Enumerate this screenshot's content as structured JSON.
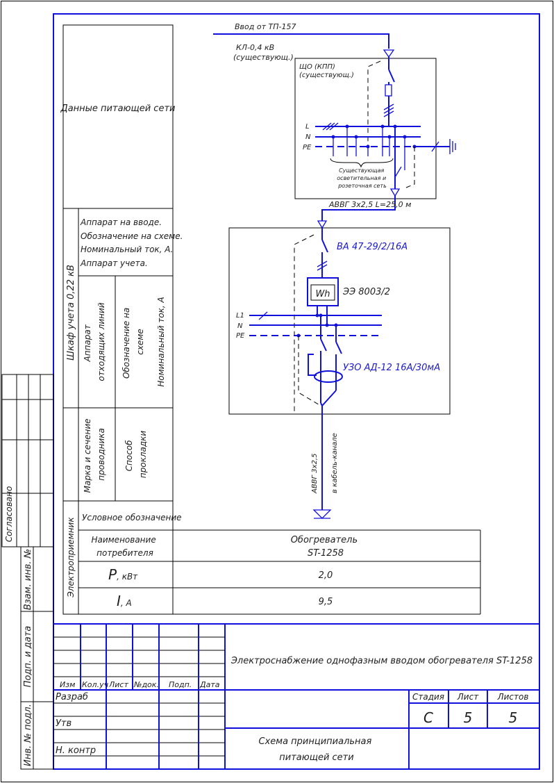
{
  "colors": {
    "ink": "#000000",
    "circuit": "#1010dd"
  },
  "left_table": {
    "supply_data": "Данные питающей сети",
    "meter_cabinet": "Шкаф учета 0,22 кВ",
    "input_device_lines": [
      "Аппарат на вводе.",
      "Обозначение на схеме.",
      "Номинальный ток, А.",
      "Аппарат учета."
    ],
    "outgoing_device": [
      "Аппарат",
      "отходящих линий"
    ],
    "scheme_designation": [
      "Обозначение на",
      "схеме"
    ],
    "rated_current": "Номинальный ток, А",
    "wire_brand": [
      "Марка и сечение",
      "проводника"
    ],
    "laying_method": [
      "Способ",
      "прокладки"
    ],
    "consumer": "Электроприемник",
    "symbol": "Условное обозначение",
    "consumer_name": [
      "Наименование",
      "потребителя"
    ],
    "power_label": "Р",
    "power_unit": ", кВт",
    "current_label": "I",
    "current_unit": ", А",
    "consumer_value": [
      "Обогреватель",
      "ST-1258"
    ],
    "power_value": "2,0",
    "current_value": "9,5"
  },
  "schematic": {
    "feed": "Ввод от ТП-157",
    "cable1": "КЛ-0,4 кВ",
    "cable1_note": "(существующ.)",
    "panel": "ЩО (КПП)",
    "panel_note": "(существующ.)",
    "bus_l": "L",
    "bus_n": "N",
    "bus_pe": "PE",
    "existing_net": [
      "Существующая",
      "осветительная и",
      "розеточная сеть"
    ],
    "cable2": "АВВГ 3х2,5 L=25,0 м",
    "breaker": "ВА 47-29/2/16А",
    "meter_symbol": "Wh",
    "meter": "ЭЭ 8003/2",
    "bus2_l1": "L1",
    "bus2_n": "N",
    "bus2_pe": "PE",
    "rcd": "УЗО АД-12 16А/30мА",
    "cable3": "АВВГ 3х2,5",
    "laying": "в кабель-канале"
  },
  "side_stamp": {
    "agreed": "Согласовано",
    "replace_inv": "Взам. инв. №",
    "sign_date": "Подп. и дата",
    "inv_orig": "Инв. № подл."
  },
  "title_block": {
    "cols": [
      "Изм",
      "Кол.уч",
      "Лист",
      "№док.",
      "Подп.",
      "Дата"
    ],
    "roles": [
      "Разраб",
      "Утв",
      "Н. контр"
    ],
    "project": "Электроснабжение однофазным вводом обогревателя ST-1258",
    "sheet_title": [
      "Схема принципиальная",
      "питающей сети"
    ],
    "stage_label": "Стадия",
    "sheet_label": "Лист",
    "sheets_label": "Листов",
    "stage": "С",
    "sheet": "5",
    "sheets": "5"
  }
}
